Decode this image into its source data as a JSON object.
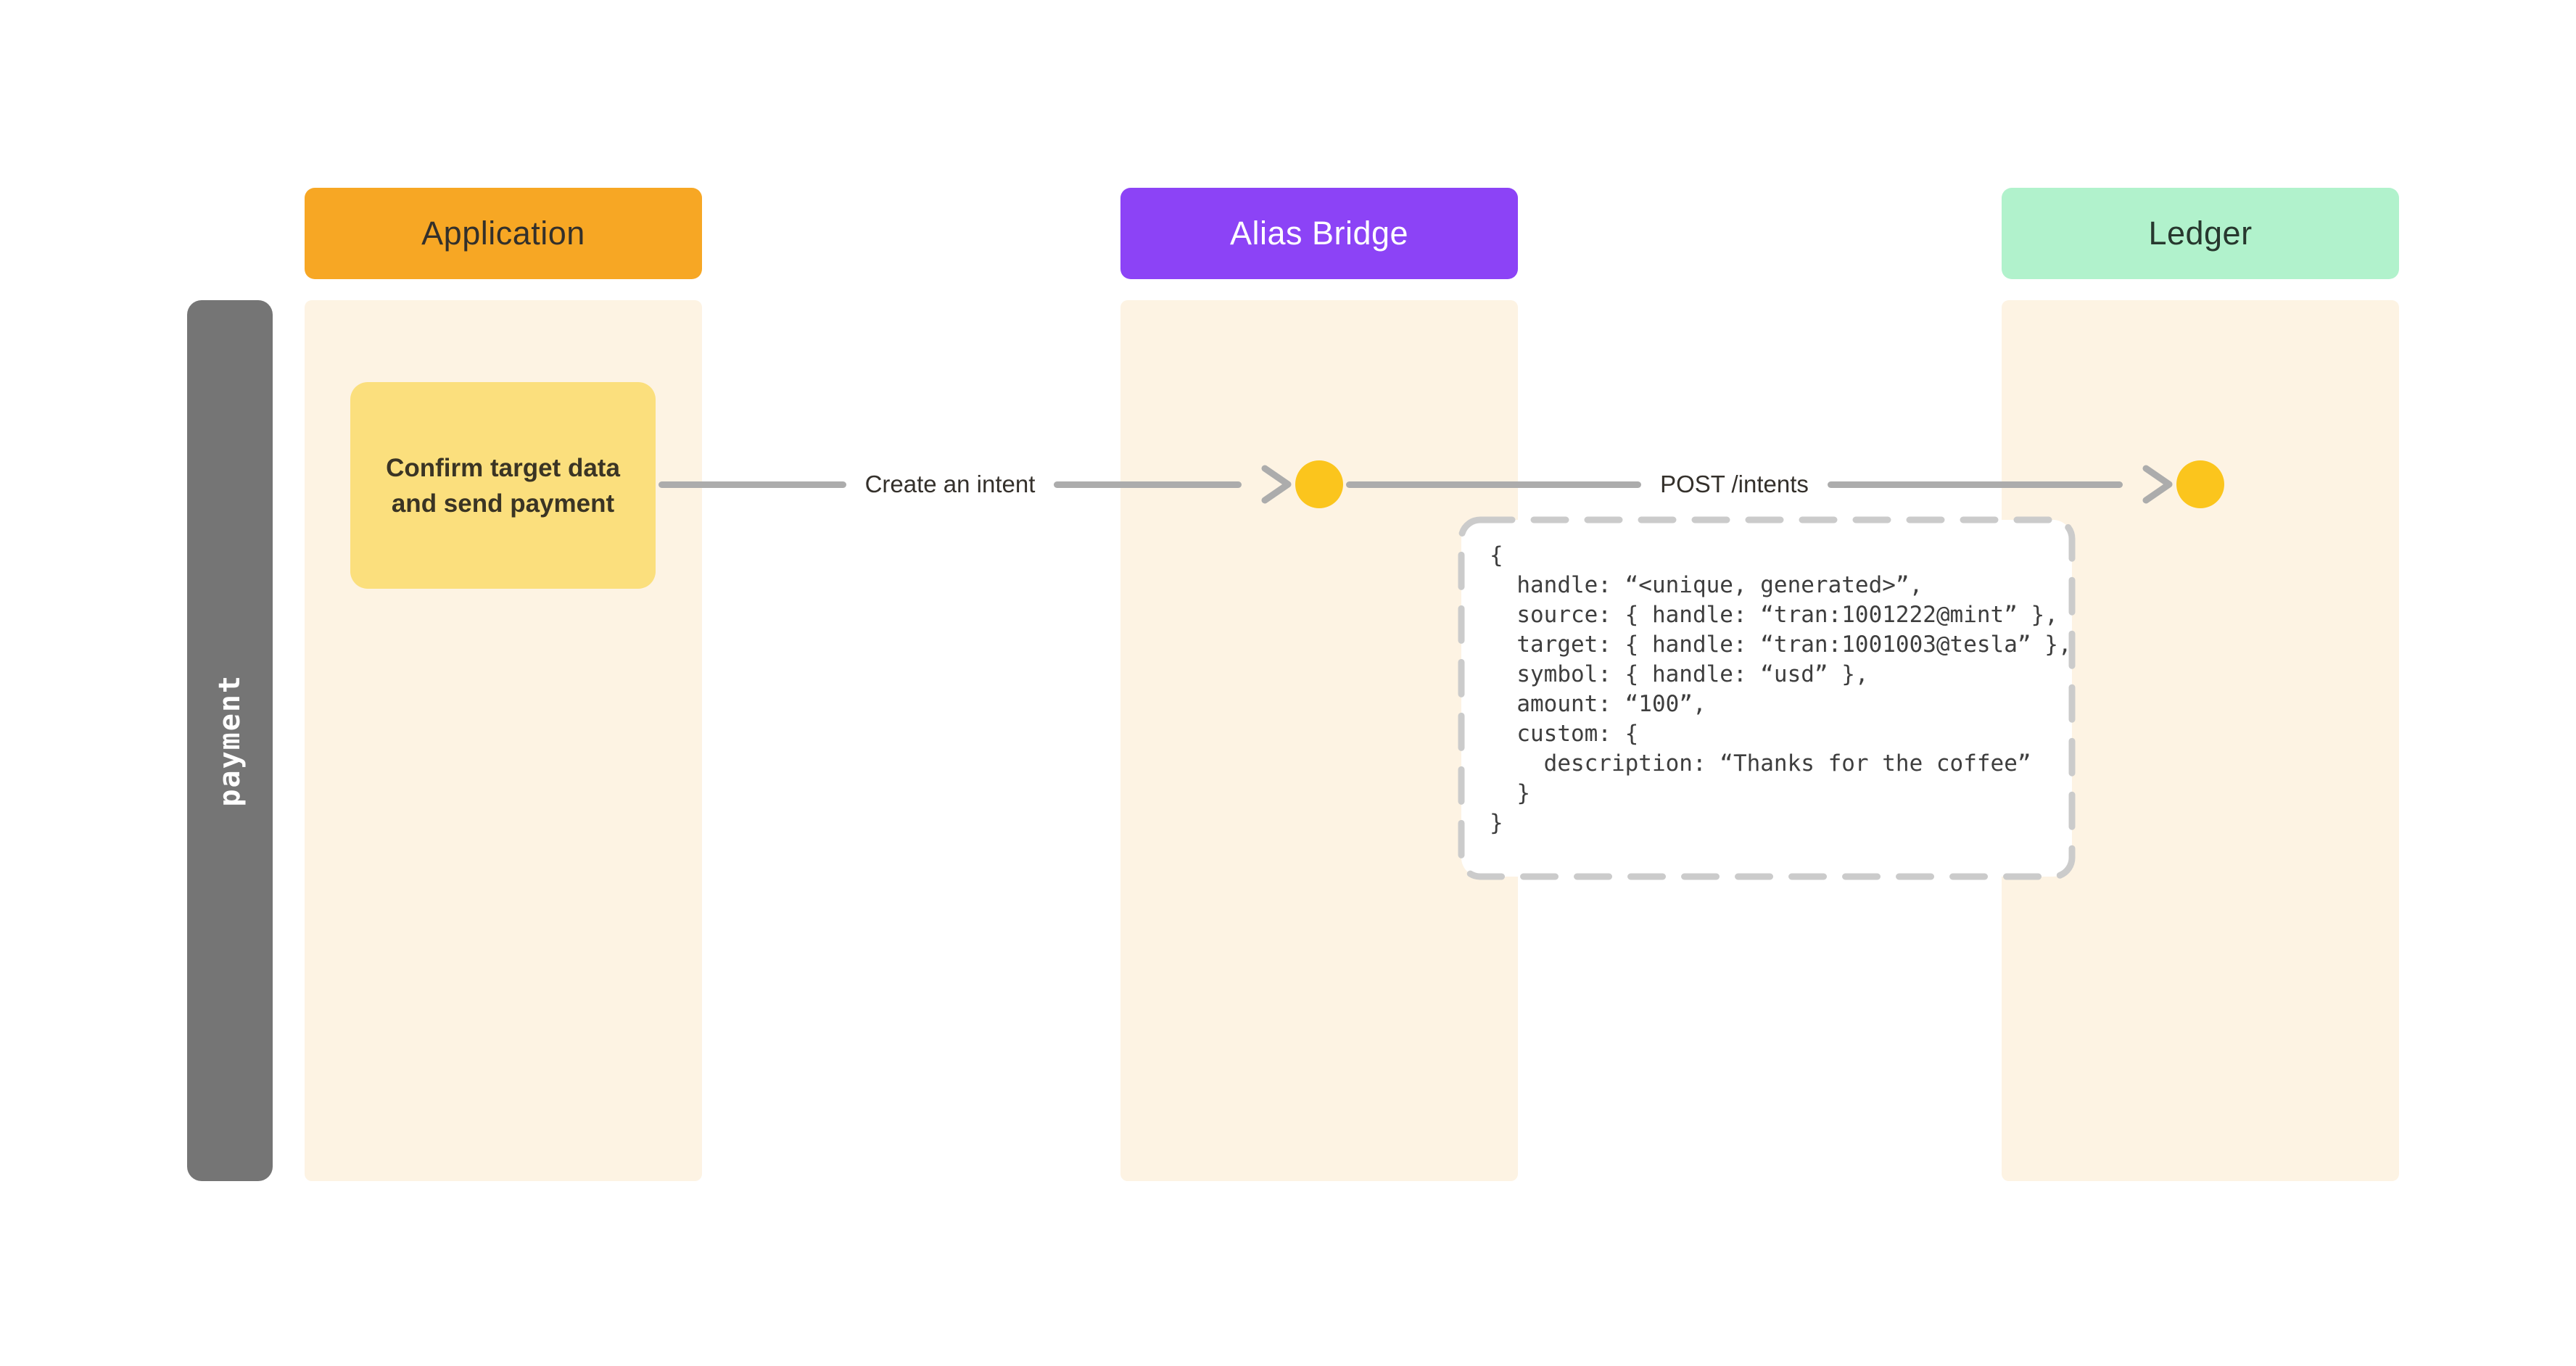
{
  "lanes": [
    {
      "label": "Application",
      "header_bg": "#F7A724",
      "header_text_color": "#33302B"
    },
    {
      "label": "Alias Bridge",
      "header_bg": "#8C43F6",
      "header_text_color": "#FFFFFF"
    },
    {
      "label": "Ledger",
      "header_bg": "#B1F2CC",
      "header_text_color": "#27382E"
    }
  ],
  "phase": {
    "label": "payment",
    "bar_color": "#757575",
    "text_color": "#FFFFFF"
  },
  "task_card": {
    "line1": "Confirm target data",
    "line2": "and send payment",
    "bg": "#FBDF7D"
  },
  "messages": [
    {
      "label": "Create an intent"
    },
    {
      "label": "POST /intents"
    }
  ],
  "code_block": {
    "lines": [
      "{",
      "  handle: “<unique, generated>”,",
      "  source: { handle: “tran:1001222@mint” },",
      "  target: { handle: “tran:1001003@tesla” },",
      "  symbol: { handle: “usd” },",
      "  amount: “100”,",
      "  custom: {",
      "    description: “Thanks for the coffee”",
      "  }",
      "}"
    ]
  },
  "colors": {
    "page_bg": "#FFFFFF",
    "lane_bg": "#FDF3E3",
    "arrow": "#ACACAC",
    "lifeline_dot": "#FBC51D",
    "code_border": "#CBCBCB"
  }
}
